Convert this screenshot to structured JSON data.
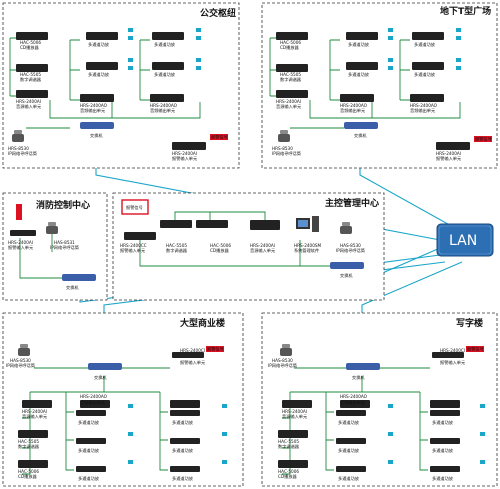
{
  "zones": {
    "bus_hub": {
      "title": "公交枢纽",
      "cd_player": "CD播放器",
      "cd_player_model": "HAC-5006",
      "digital_tuner": "数字调谐器",
      "digital_tuner_model": "HAC-5505",
      "input_unit": "音源输入单元",
      "input_unit_model": "HRS-2400AI",
      "amp_out_1": "音频输出单元",
      "amp_out_1_model": "HRS-2400AO",
      "amp_out_2": "音频输出单元",
      "amp_out_2_model": "HRS-2400AO",
      "multi_amp": "多通道功放",
      "pager": "IP网络寻呼话筒",
      "pager_model": "HRS-8530",
      "alarm_unit": "报警输入单元",
      "alarm_unit_model": "HRS-2400AI",
      "switch": "交换机"
    },
    "underground_plaza": {
      "title": "地下T型广场",
      "cd_player": "CD播放器",
      "cd_player_model": "HAC-5006",
      "digital_tuner": "数字调谐器",
      "digital_tuner_model": "HAC-5505",
      "input_unit": "音源输入单元",
      "input_unit_model": "HRS-2400AI",
      "amp_out_1": "音频输出单元",
      "amp_out_1_model": "HRS-2400AO",
      "amp_out_2": "音频输出单元",
      "amp_out_2_model": "HRS-2400AO",
      "multi_amp": "多通道功放",
      "pager": "IP网络寻呼话筒",
      "pager_model": "HRS-8530",
      "alarm_unit": "报警输入单元",
      "alarm_unit_model": "HRS-2400AI",
      "switch": "交换机"
    },
    "fire_control": {
      "title": "消防控制中心",
      "fire_panel": "报警输入单元",
      "fire_panel_model": "HRS-2400AI",
      "pager": "IP网络寻呼话筒",
      "pager_model": "HAS-8531",
      "switch": "交换机"
    },
    "main_control": {
      "title": "主控管理中心",
      "alarm_unit": "报警输入单元",
      "alarm_unit_model": "HRS-2400CC",
      "digital_tuner": "数字调谐器",
      "digital_tuner_model": "HAC-5505",
      "cd_player": "CD播放器",
      "cd_player_model": "HAC-5006",
      "input_unit": "音源输入单元",
      "input_unit_model": "HRS-2400AI",
      "server": "系统管理软件",
      "server_model": "HRS-2400SM",
      "pager": "IP网络寻呼话筒",
      "pager_model": "HAS-8530",
      "switch": "交换机"
    },
    "shopping_mall": {
      "title": "大型商业楼",
      "pager": "IP网络寻呼话筒",
      "pager_model": "HAS-8530",
      "alarm_unit": "报警输入单元",
      "alarm_unit_model": "HRS-2400CI",
      "input_unit": "音源输入单元",
      "input_unit_model": "HRS-2400AI",
      "amp_out": "音频输出单元",
      "amp_out_model": "HRS-2400AO",
      "digital_tuner": "数字调谐器",
      "digital_tuner_model": "HAC-5505",
      "cd_player": "CD播放器",
      "cd_player_model": "HAC-5006",
      "multi_amp": "多通道功放",
      "switch": "交换机"
    },
    "office": {
      "title": "写字楼",
      "pager": "IP网络寻呼话筒",
      "pager_model": "HAS-8530",
      "alarm_unit": "报警输入单元",
      "alarm_unit_model": "HRS-2400CI",
      "input_unit": "音源输入单元",
      "input_unit_model": "HRS-2400AI",
      "amp_out": "音频输出单元",
      "amp_out_model": "HRS-2400AO",
      "digital_tuner": "数字调谐器",
      "digital_tuner_model": "HAC-5505",
      "cd_player": "CD播放器",
      "cd_player_model": "HAC-5006",
      "multi_amp": "多通道功放",
      "switch": "交换机"
    }
  },
  "lan": {
    "label": "LAN"
  },
  "alarm_signal": "报警信号",
  "colors": {
    "lan_box": "#2d6fb3",
    "lan_line": "#1aa6c9",
    "patch_line": "#1e8a3c",
    "speaker": "#1aa6c9",
    "zone_border": "#333333"
  }
}
